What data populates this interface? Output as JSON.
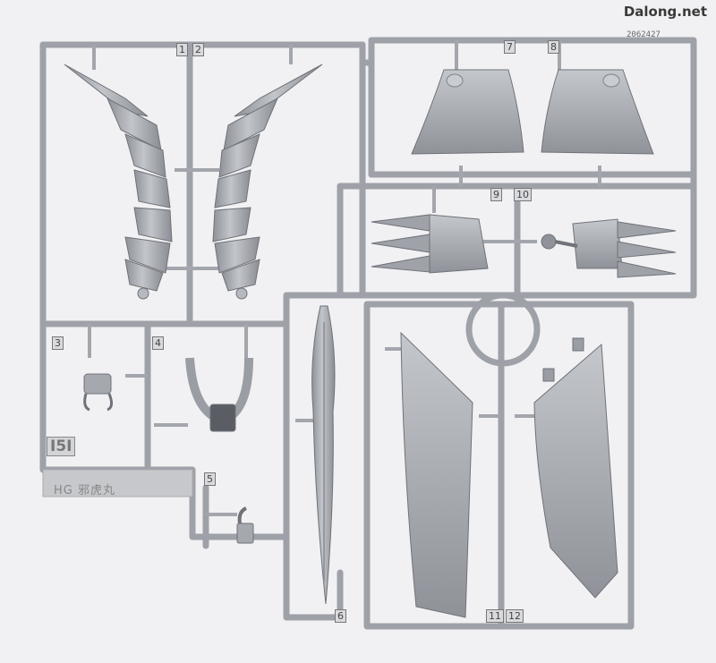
{
  "watermark": "Dalong.net",
  "sprue": {
    "id": "I5I",
    "label": "HG 邪虎丸",
    "lot_code": "2062427",
    "color_plastic": "#a9acb2",
    "background": "#f1f1f3"
  },
  "part_numbers": [
    "1",
    "2",
    "3",
    "4",
    "5",
    "6",
    "7",
    "8",
    "9",
    "10",
    "11",
    "12"
  ]
}
